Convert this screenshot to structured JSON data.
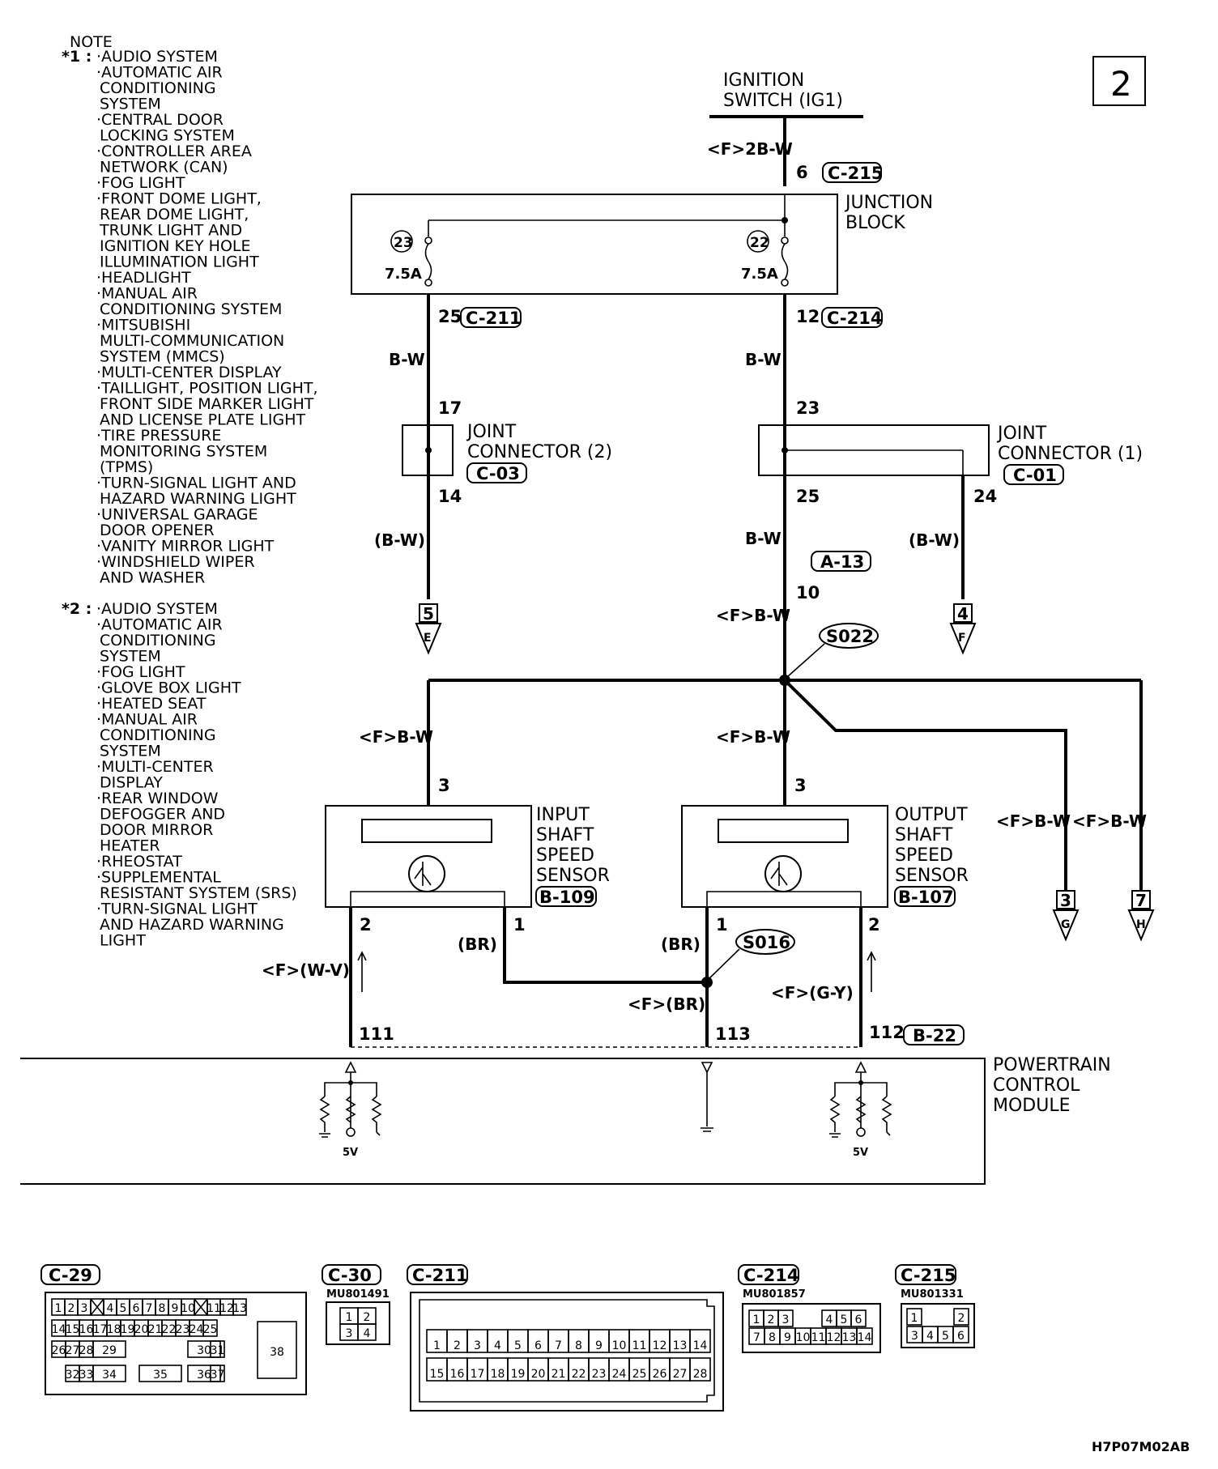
{
  "page_number": "2",
  "diagram_code": "H7P07M02AB",
  "notes": {
    "title": "NOTE",
    "note1_mark": "*1 :",
    "note1_lines": [
      "·AUDIO SYSTEM",
      "·AUTOMATIC AIR",
      "CONDITIONING",
      "SYSTEM",
      "·CENTRAL DOOR",
      "LOCKING SYSTEM",
      "·CONTROLLER AREA",
      "NETWORK (CAN)",
      "·FOG LIGHT",
      "·FRONT DOME LIGHT,",
      "REAR DOME LIGHT,",
      "TRUNK LIGHT AND",
      "IGNITION KEY HOLE",
      "ILLUMINATION LIGHT",
      "·HEADLIGHT",
      "·MANUAL AIR",
      "CONDITIONING SYSTEM",
      "·MITSUBISHI",
      "MULTI-COMMUNICATION",
      "SYSTEM (MMCS)",
      "·MULTI-CENTER DISPLAY",
      "·TAILLIGHT, POSITION LIGHT,",
      "FRONT SIDE MARKER LIGHT",
      "AND LICENSE PLATE LIGHT",
      "·TIRE PRESSURE",
      "MONITORING SYSTEM",
      "(TPMS)",
      "·TURN-SIGNAL LIGHT AND",
      "HAZARD WARNING LIGHT",
      "·UNIVERSAL GARAGE",
      "DOOR OPENER",
      "·VANITY MIRROR LIGHT",
      "·WINDSHIELD WIPER",
      "AND WASHER"
    ],
    "note2_mark": "*2 :",
    "note2_lines": [
      "·AUDIO SYSTEM",
      "·AUTOMATIC AIR",
      "CONDITIONING",
      "SYSTEM",
      "·FOG LIGHT",
      "·GLOVE BOX LIGHT",
      "·HEATED SEAT",
      "·MANUAL AIR",
      "CONDITIONING",
      "SYSTEM",
      "·MULTI-CENTER",
      "DISPLAY",
      "·REAR WINDOW",
      "DEFOGGER AND",
      "DOOR MIRROR",
      "HEATER",
      "·RHEOSTAT",
      "·SUPPLEMENTAL",
      "RESISTANT SYSTEM (SRS)",
      "·TURN-SIGNAL LIGHT",
      "AND HAZARD WARNING",
      "LIGHT"
    ]
  },
  "components": {
    "ignition_switch": [
      "IGNITION",
      "SWITCH (IG1)"
    ],
    "junction_block": [
      "JUNCTION",
      "BLOCK"
    ],
    "fuse_23": {
      "number": "23",
      "rating": "7.5A"
    },
    "fuse_22": {
      "number": "22",
      "rating": "7.5A"
    },
    "joint_connector_2": {
      "lines": [
        "JOINT",
        "CONNECTOR (2)"
      ],
      "connector": "C-03"
    },
    "joint_connector_1": {
      "lines": [
        "JOINT",
        "CONNECTOR (1)"
      ],
      "connector": "C-01"
    },
    "input_sensor": {
      "lines": [
        "INPUT",
        "SHAFT",
        "SPEED",
        "SENSOR"
      ],
      "connector": "B-109"
    },
    "output_sensor": {
      "lines": [
        "OUTPUT",
        "SHAFT",
        "SPEED",
        "SENSOR"
      ],
      "connector": "B-107"
    },
    "pcm": [
      "POWERTRAIN",
      "CONTROL",
      "MODULE"
    ]
  },
  "connectors": {
    "c215": "C-215",
    "c211": "C-211",
    "c214": "C-214",
    "a13": "A-13",
    "b22": "B-22",
    "s022": "S022",
    "s016": "S016"
  },
  "pins": {
    "ign_6": "6",
    "jb_25": "25",
    "jb_12": "12",
    "jc2_17": "17",
    "jc2_14": "14",
    "jc1_23": "23",
    "jc1_25": "25",
    "jc1_24": "24",
    "a13_10": "10",
    "in_3": "3",
    "in_2": "2",
    "in_1": "1",
    "out_3": "3",
    "out_1": "1",
    "out_2": "2",
    "pcm_111": "111",
    "pcm_113": "113",
    "pcm_112": "112"
  },
  "wires": {
    "w_top": "<F>2B-W",
    "w_bw_left": "B-W",
    "w_bw_right": "B-W",
    "w_bw_paren_left": "(B-W)",
    "w_bw_mid": "B-W",
    "w_bw_paren_right": "(B-W)",
    "w_fbw_a13": "<F>B-W",
    "w_fbw_in": "<F>B-W",
    "w_fbw_out": "<F>B-W",
    "w_fbw_g": "<F>B-W",
    "w_fbw_h": "<F>B-W",
    "w_br_left": "(BR)",
    "w_br_right": "(BR)",
    "w_fbr": "<F>(BR)",
    "w_wv": "<F>(W-V)",
    "w_gy": "<F>(G-Y)"
  },
  "offpage": [
    {
      "number": "5",
      "letter": "E"
    },
    {
      "number": "4",
      "letter": "F"
    },
    {
      "number": "3",
      "letter": "G"
    },
    {
      "number": "7",
      "letter": "H"
    }
  ],
  "voltages": {
    "left": "5V",
    "right": "5V"
  },
  "connector_views": {
    "c29": {
      "label": "C-29",
      "row1": [
        "1",
        "2",
        "3",
        "4",
        "5",
        "6",
        "7",
        "8",
        "9",
        "10",
        "11",
        "12",
        "13"
      ],
      "row2": [
        "14",
        "15",
        "16",
        "17",
        "18",
        "19",
        "20",
        "21",
        "22",
        "23",
        "24",
        "25"
      ],
      "row3": [
        "26",
        "27",
        "28",
        "29",
        "30",
        "31"
      ],
      "row4": [
        "32",
        "33",
        "34",
        "35",
        "36",
        "37"
      ],
      "big": "38"
    },
    "c30": {
      "label": "C-30",
      "part": "MU801491",
      "pins": [
        "1",
        "2",
        "3",
        "4"
      ]
    },
    "c211": {
      "label": "C-211",
      "row1": [
        "1",
        "2",
        "3",
        "4",
        "5",
        "6",
        "7",
        "8",
        "9",
        "10",
        "11",
        "12",
        "13",
        "14"
      ],
      "row2": [
        "15",
        "16",
        "17",
        "18",
        "19",
        "20",
        "21",
        "22",
        "23",
        "24",
        "25",
        "26",
        "27",
        "28"
      ]
    },
    "c214": {
      "label": "C-214",
      "part": "MU801857",
      "row1": [
        "1",
        "2",
        "3",
        "4",
        "5",
        "6"
      ],
      "row2": [
        "7",
        "8",
        "9",
        "10",
        "11",
        "12",
        "13",
        "14"
      ]
    },
    "c215": {
      "label": "C-215",
      "part": "MU801331",
      "row1": [
        "1",
        "2"
      ],
      "row2": [
        "3",
        "4",
        "5",
        "6"
      ]
    }
  }
}
